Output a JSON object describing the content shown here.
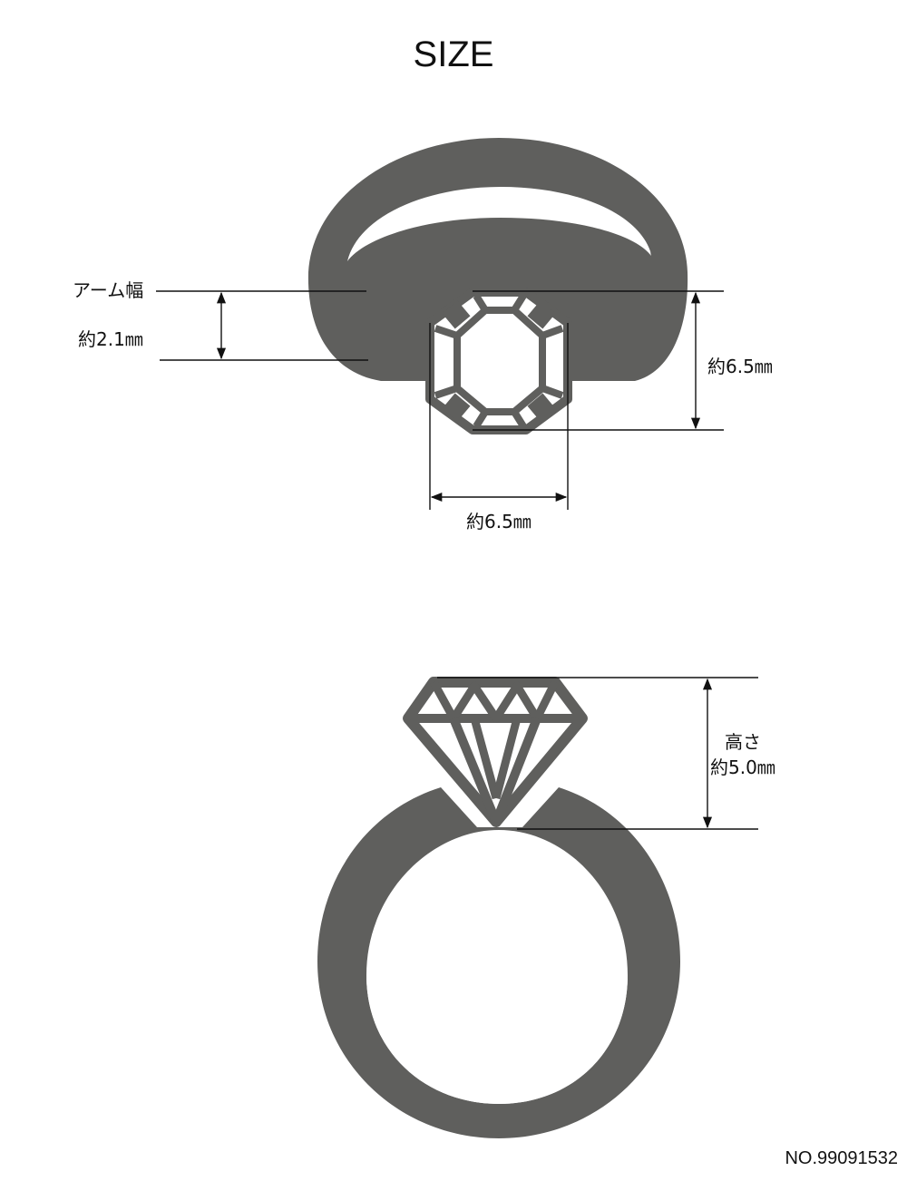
{
  "title": "SIZE",
  "serial_number": "NO.99091532",
  "colors": {
    "ring": "#5f5f5d",
    "line": "#111111",
    "background": "#ffffff"
  },
  "top_view": {
    "arm_width": {
      "label": "アーム幅",
      "value": "約2.1㎜"
    },
    "stone_height": {
      "value": "約6.5㎜"
    },
    "stone_width": {
      "value": "約6.5㎜"
    }
  },
  "side_view": {
    "height": {
      "label": "高さ",
      "value": "約5.0㎜"
    }
  }
}
